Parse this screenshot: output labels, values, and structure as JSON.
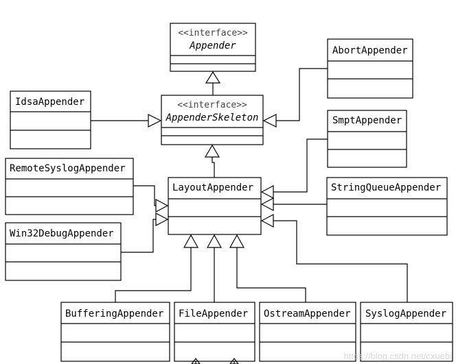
{
  "classes": {
    "appender": {
      "stereotype": "<<interface>>",
      "name": "Appender"
    },
    "appender_skeleton": {
      "stereotype": "<<interface>>",
      "name": "AppenderSkeleton"
    },
    "abort_appender": {
      "name": "AbortAppender"
    },
    "idsa_appender": {
      "name": "IdsaAppender"
    },
    "smpt_appender": {
      "name": "SmptAppender"
    },
    "remote_syslog_appender": {
      "name": "RemoteSyslogAppender"
    },
    "layout_appender": {
      "name": "LayoutAppender"
    },
    "string_queue_appender": {
      "name": "StringQueueAppender"
    },
    "win32_debug_appender": {
      "name": "Win32DebugAppender"
    },
    "buffering_appender": {
      "name": "BufferingAppender"
    },
    "file_appender": {
      "name": "FileAppender"
    },
    "ostream_appender": {
      "name": "OstreamAppender"
    },
    "syslog_appender": {
      "name": "SyslogAppender"
    }
  },
  "watermark": "https://blog.csdn.net/cxuebi"
}
